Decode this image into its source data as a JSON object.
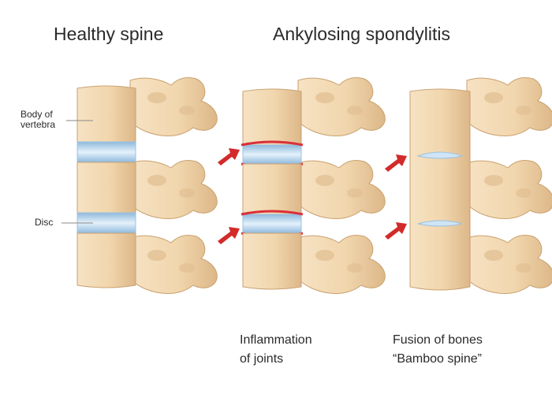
{
  "titles": {
    "healthy": "Healthy spine",
    "ankylosing": "Ankylosing spondylitis"
  },
  "labels": {
    "body_of_vertebra": [
      "Body of",
      "vertebra"
    ],
    "disc": "Disc"
  },
  "captions": {
    "inflammation": [
      "Inflammation",
      "of joints"
    ],
    "fusion": [
      "Fusion of bones",
      "“Bamboo spine”"
    ]
  },
  "colors": {
    "bone": "#f1d6ad",
    "bone_shadow": "#d9b486",
    "disc": "#b9d8ef",
    "inflammation": "#d8303a",
    "arrow": "#d32a2a"
  },
  "icons": [
    "arrow-right-icon"
  ]
}
